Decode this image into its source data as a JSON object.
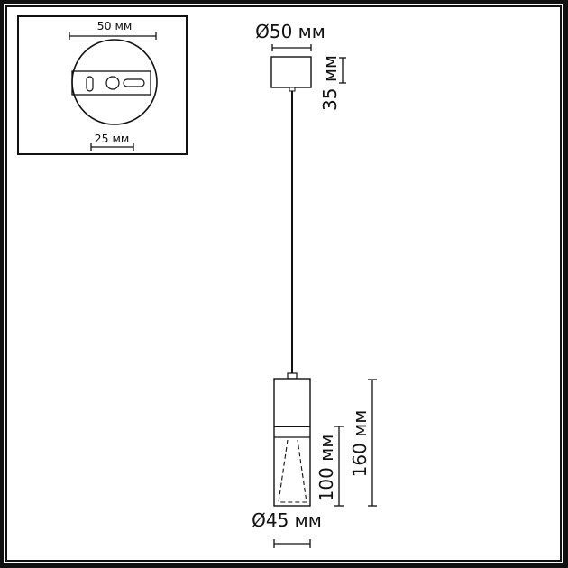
{
  "colors": {
    "ink": "#111111",
    "background": "#ffffff"
  },
  "inset": {
    "top_label": "50 мм",
    "bottom_label": "25 мм"
  },
  "canopy": {
    "diameter_label": "Ø50 мм",
    "height_label": "35 мм"
  },
  "shade": {
    "diameter_label": "Ø45 мм",
    "lower_height_label": "100 мм",
    "total_height_label": "160 мм"
  }
}
